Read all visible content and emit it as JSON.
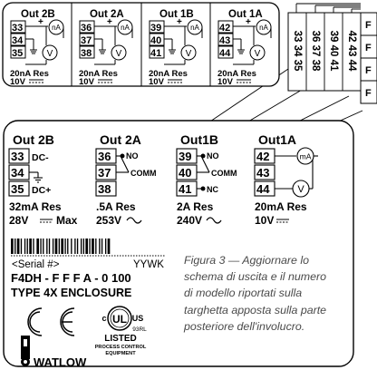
{
  "top_panel": {
    "columns": [
      {
        "title": "Out 2B",
        "terminals": [
          "33",
          "34",
          "35"
        ],
        "rating": "20nA Res",
        "voltage": "10V"
      },
      {
        "title": "Out 2A",
        "terminals": [
          "36",
          "37",
          "38"
        ],
        "rating": "20nA Res",
        "voltage": "10V"
      },
      {
        "title": "Out 1B",
        "terminals": [
          "39",
          "40",
          "41"
        ],
        "rating": "20nA Res",
        "voltage": "10V"
      },
      {
        "title": "Out 1A",
        "terminals": [
          "42",
          "43",
          "44"
        ],
        "rating": "20nA Res",
        "voltage": "10V"
      }
    ],
    "meter_current": "nA",
    "meter_voltage": "V"
  },
  "side_connector": {
    "groups": [
      "33 34 35",
      "36 37 38",
      "39 40 41",
      "42 43 44"
    ],
    "tabs": [
      "F",
      "F",
      "F",
      "F"
    ]
  },
  "label": {
    "columns": [
      {
        "title": "Out 2B",
        "terminals": [
          "33",
          "34",
          "35"
        ],
        "pins": [
          "DC-",
          "",
          "DC+"
        ],
        "rating": "32mA Res",
        "voltage": "28V",
        "voltage_suffix": "Max"
      },
      {
        "title": "Out 2A",
        "terminals": [
          "36",
          "37",
          "38"
        ],
        "pins": [
          "NO",
          "COMM",
          ""
        ],
        "rating": ".5A Res",
        "voltage": "253V"
      },
      {
        "title": "Out1B",
        "terminals": [
          "39",
          "40",
          "41"
        ],
        "pins": [
          "NO",
          "COMM",
          "NC"
        ],
        "rating": "2A Res",
        "voltage": "240V"
      },
      {
        "title": "Out1A",
        "terminals": [
          "42",
          "43",
          "44"
        ],
        "rating": "20mA Res",
        "voltage": "10V"
      }
    ],
    "meter_current": "mA",
    "meter_voltage": "V",
    "serial_label": "<Serial #>",
    "date_code": "YYWK",
    "model_number": "F4DH - F F F A - 0 100",
    "enclosure": "TYPE 4X  ENCLOSURE",
    "ul_mark": "UL",
    "ul_left": "c",
    "ul_right": "US",
    "ul_code": "93RL",
    "listed": "LISTED",
    "listed_line1": "PROCESS CONTROL",
    "listed_line2": "EQUIPMENT",
    "brand": "WATLOW"
  },
  "caption": {
    "lines": [
      "Figura 3  — Aggiornare lo",
      "schema di uscita e il numero",
      "di modello riportati sulla",
      "targhetta apposta sulla parte",
      "posteriore dell'involucro."
    ]
  }
}
